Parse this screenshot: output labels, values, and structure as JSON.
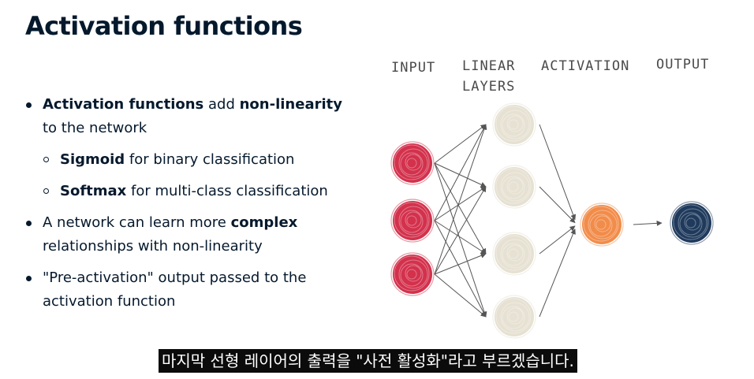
{
  "slide": {
    "title": "Activation functions",
    "bullets": [
      {
        "p1_bold": "Activation functions",
        "p1": " add ",
        "p2_bold": "non-linearity",
        "p2": " to the network"
      },
      {
        "bold": "Sigmoid",
        "rest": " for binary classification"
      },
      {
        "bold": "Softmax",
        "rest": " for multi-class classification"
      },
      {
        "pre": "A network can learn more ",
        "bold": "complex",
        "post": " relationships with non-linearity"
      },
      {
        "text": "\"Pre-activation\" output passed to the activation function"
      }
    ]
  },
  "diagram": {
    "labels": {
      "input": "INPUT",
      "linear_line1": "LINEAR",
      "linear_line2": "LAYERS",
      "activation": "ACTIVATION",
      "output": "OUTPUT"
    },
    "colors": {
      "input": "#d3314c",
      "hidden": "#e6e1d2",
      "activation": "#f28c4a",
      "output": "#1f3a5c"
    }
  },
  "subtitle": {
    "text": "마지막 선형 레이어의 출력을 \"사전 활성화\"라고 부르겠습니다."
  }
}
